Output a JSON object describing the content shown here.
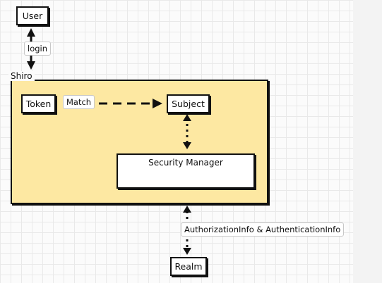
{
  "nodes": {
    "user": "User",
    "token": "Token",
    "subject": "Subject",
    "security_manager": "Security Manager",
    "realm": "Realm"
  },
  "group": {
    "title": "Shiro",
    "fill": "#fde8a2"
  },
  "edges": {
    "login": "login",
    "match": "Match",
    "auth_info": "AuthorizationInfo & AuthenticationInfo"
  }
}
